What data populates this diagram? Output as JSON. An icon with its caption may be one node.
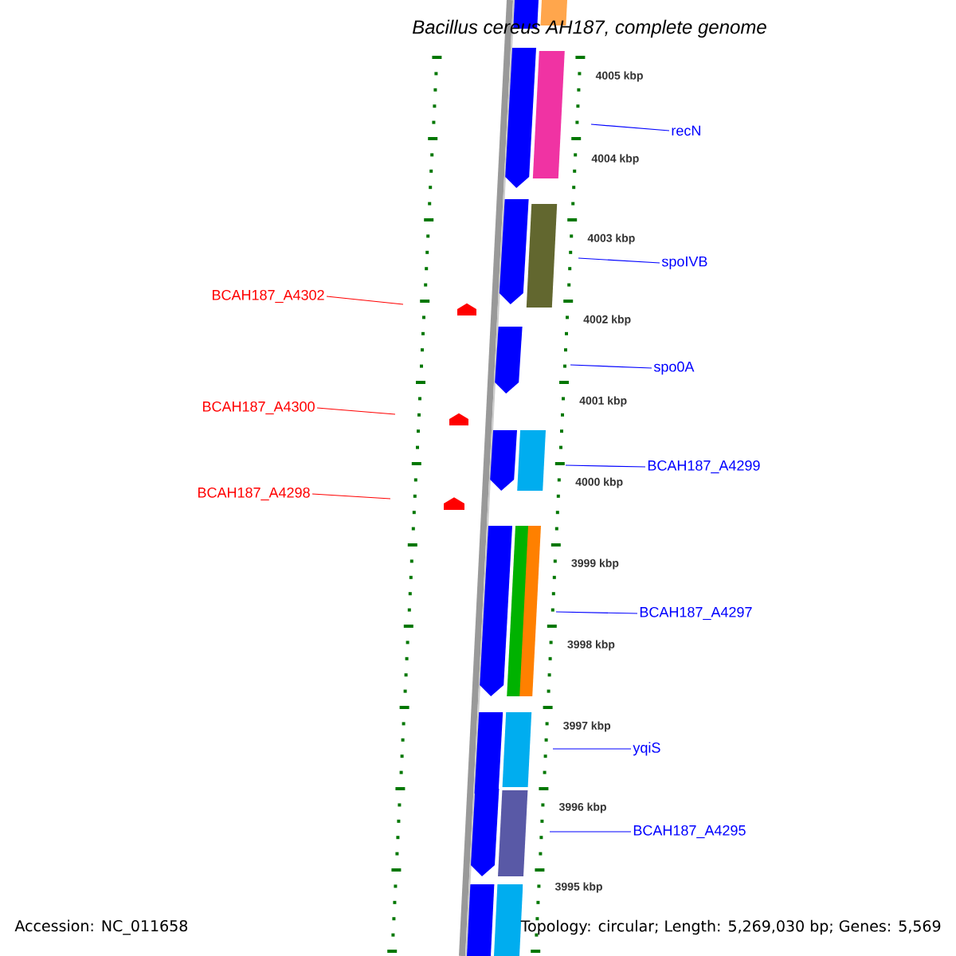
{
  "diagram": {
    "title": "Bacillus cereus AH187, complete genome",
    "nodes": [
      {
        "text": [
          "recN"
        ]
      },
      {
        "text": [
          "spoIVB"
        ]
      },
      {
        "text": [
          "BCAH187_A4302"
        ]
      },
      {
        "text": [
          "spo0A"
        ]
      },
      {
        "text": [
          "BCAH187_A4300"
        ]
      },
      {
        "text": [
          "BCAH187_A4299"
        ]
      },
      {
        "text": [
          "BCAH187_A4298"
        ]
      },
      {
        "text": [
          "BCAH187_A4297"
        ]
      },
      {
        "text": [
          "yqiS"
        ]
      },
      {
        "text": [
          "BCAH187_A4295"
        ]
      }
    ],
    "edges": [
      {
        "from": 0,
        "to": null,
        "arrow": "none"
      },
      {
        "from": 1,
        "to": null,
        "arrow": "none"
      },
      {
        "from": 2,
        "to": null,
        "arrow": "none",
        "color": "#ff0000"
      },
      {
        "from": 3,
        "to": null,
        "arrow": "none"
      },
      {
        "from": 4,
        "to": null,
        "arrow": "none",
        "color": "#ff0000"
      },
      {
        "from": 5,
        "to": null,
        "arrow": "none"
      },
      {
        "from": 6,
        "to": null,
        "arrow": "none",
        "color": "#ff0000"
      },
      {
        "from": 7,
        "to": null,
        "arrow": "none"
      },
      {
        "from": 8,
        "to": null,
        "arrow": "none"
      },
      {
        "from": 9,
        "to": null,
        "arrow": "none"
      }
    ],
    "labels": [
      "4005 kbp",
      "4004 kbp",
      "4003 kbp",
      "4002 kbp",
      "4001 kbp",
      "4000 kbp",
      "3999 kbp",
      "3998 kbp",
      "3997 kbp",
      "3996 kbp",
      "3995 kbp",
      "Accession: NC_011658",
      "Topology: circular; Length: 5,269,030 bp; Genes: 5,569"
    ]
  }
}
